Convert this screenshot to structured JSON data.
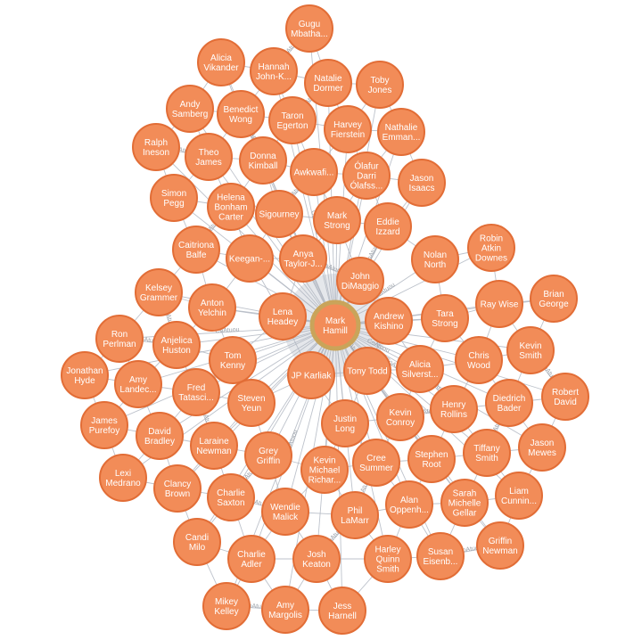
{
  "graph": {
    "center_node": "Mark Hamill",
    "relationship_label": "CoAtuou",
    "colors": {
      "node_fill": "#f28c58",
      "node_stroke": "#e26d36",
      "edge": "#b2b7c2",
      "center_ring": "#c9a45a"
    },
    "nodes": [
      {
        "id": "gugu",
        "lines": [
          "Gugu",
          "Mbatha..."
        ]
      },
      {
        "id": "alicia-v",
        "lines": [
          "Alicia",
          "Vikander"
        ]
      },
      {
        "id": "hannah",
        "lines": [
          "Hannah",
          "John-K..."
        ]
      },
      {
        "id": "natalie",
        "lines": [
          "Natalie",
          "Dormer"
        ]
      },
      {
        "id": "toby",
        "lines": [
          "Toby",
          "Jones"
        ]
      },
      {
        "id": "andy",
        "lines": [
          "Andy",
          "Samberg"
        ]
      },
      {
        "id": "benedict",
        "lines": [
          "Benedict",
          "Wong"
        ]
      },
      {
        "id": "taron",
        "lines": [
          "Taron",
          "Egerton"
        ]
      },
      {
        "id": "harvey",
        "lines": [
          "Harvey",
          "Fierstein"
        ]
      },
      {
        "id": "nathalie",
        "lines": [
          "Nathalie",
          "Emman..."
        ]
      },
      {
        "id": "ralph",
        "lines": [
          "Ralph",
          "Ineson"
        ]
      },
      {
        "id": "theo",
        "lines": [
          "Theo",
          "James"
        ]
      },
      {
        "id": "donna",
        "lines": [
          "Donna",
          "Kimball"
        ]
      },
      {
        "id": "awkwafi",
        "lines": [
          "Awkwafi..."
        ]
      },
      {
        "id": "olafur",
        "lines": [
          "Ólafur",
          "Darri",
          "Ólafss..."
        ]
      },
      {
        "id": "jason-i",
        "lines": [
          "Jason",
          "Isaacs"
        ]
      },
      {
        "id": "simon",
        "lines": [
          "Simon",
          "Pegg"
        ]
      },
      {
        "id": "helena",
        "lines": [
          "Helena",
          "Bonham",
          "Carter"
        ]
      },
      {
        "id": "sigourney",
        "lines": [
          "Sigourney"
        ]
      },
      {
        "id": "mark-s",
        "lines": [
          "Mark",
          "Strong"
        ]
      },
      {
        "id": "eddie",
        "lines": [
          "Eddie",
          "Izzard"
        ]
      },
      {
        "id": "robin",
        "lines": [
          "Robin",
          "Atkin",
          "Downes"
        ]
      },
      {
        "id": "caitriona",
        "lines": [
          "Caitriona",
          "Balfe"
        ]
      },
      {
        "id": "keegan",
        "lines": [
          "Keegan-..."
        ]
      },
      {
        "id": "anya",
        "lines": [
          "Anya",
          "Taylor-J..."
        ]
      },
      {
        "id": "nolan",
        "lines": [
          "Nolan",
          "North"
        ]
      },
      {
        "id": "john",
        "lines": [
          "John",
          "DiMaggio"
        ]
      },
      {
        "id": "brian",
        "lines": [
          "Brian",
          "George"
        ]
      },
      {
        "id": "kelsey",
        "lines": [
          "Kelsey",
          "Grammer"
        ]
      },
      {
        "id": "anton",
        "lines": [
          "Anton",
          "Yelchin"
        ]
      },
      {
        "id": "lena",
        "lines": [
          "Lena",
          "Headey"
        ]
      },
      {
        "id": "mark-h",
        "lines": [
          "Mark",
          "Hamill"
        ],
        "center": true
      },
      {
        "id": "andrew",
        "lines": [
          "Andrew",
          "Kishino"
        ]
      },
      {
        "id": "tara",
        "lines": [
          "Tara",
          "Strong"
        ]
      },
      {
        "id": "ray",
        "lines": [
          "Ray Wise"
        ]
      },
      {
        "id": "ron",
        "lines": [
          "Ron",
          "Perlman"
        ]
      },
      {
        "id": "anjelica",
        "lines": [
          "Anjelica",
          "Huston"
        ]
      },
      {
        "id": "tom",
        "lines": [
          "Tom",
          "Kenny"
        ]
      },
      {
        "id": "kevin-s",
        "lines": [
          "Kevin",
          "Smith"
        ]
      },
      {
        "id": "jonathan",
        "lines": [
          "Jonathan",
          "Hyde"
        ]
      },
      {
        "id": "amy-l",
        "lines": [
          "Amy",
          "Landec..."
        ]
      },
      {
        "id": "fred",
        "lines": [
          "Fred",
          "Tatasci..."
        ]
      },
      {
        "id": "jp",
        "lines": [
          "JP Karliak"
        ]
      },
      {
        "id": "tony",
        "lines": [
          "Tony Todd"
        ]
      },
      {
        "id": "alicia-s",
        "lines": [
          "Alicia",
          "Silverst..."
        ]
      },
      {
        "id": "chris",
        "lines": [
          "Chris",
          "Wood"
        ]
      },
      {
        "id": "robert",
        "lines": [
          "Robert",
          "David"
        ]
      },
      {
        "id": "steven",
        "lines": [
          "Steven",
          "Yeun"
        ]
      },
      {
        "id": "diedrich",
        "lines": [
          "Diedrich",
          "Bader"
        ]
      },
      {
        "id": "james",
        "lines": [
          "James",
          "Purefoy"
        ]
      },
      {
        "id": "david",
        "lines": [
          "David",
          "Bradley"
        ]
      },
      {
        "id": "justin",
        "lines": [
          "Justin",
          "Long"
        ]
      },
      {
        "id": "kevin-c",
        "lines": [
          "Kevin",
          "Conroy"
        ]
      },
      {
        "id": "henry",
        "lines": [
          "Henry",
          "Rollins"
        ]
      },
      {
        "id": "laraine",
        "lines": [
          "Laraine",
          "Newman"
        ]
      },
      {
        "id": "grey",
        "lines": [
          "Grey",
          "Griffin"
        ]
      },
      {
        "id": "jason-m",
        "lines": [
          "Jason",
          "Mewes"
        ]
      },
      {
        "id": "lexi",
        "lines": [
          "Lexi",
          "Medrano"
        ]
      },
      {
        "id": "kevin-r",
        "lines": [
          "Kevin",
          "Michael",
          "Richar..."
        ]
      },
      {
        "id": "cree",
        "lines": [
          "Cree",
          "Summer"
        ]
      },
      {
        "id": "stephen",
        "lines": [
          "Stephen",
          "Root"
        ]
      },
      {
        "id": "tiffany",
        "lines": [
          "Tiffany",
          "Smith"
        ]
      },
      {
        "id": "clancy",
        "lines": [
          "Clancy",
          "Brown"
        ]
      },
      {
        "id": "charlie-s",
        "lines": [
          "Charlie",
          "Saxton"
        ]
      },
      {
        "id": "liam",
        "lines": [
          "Liam",
          "Cunnin..."
        ]
      },
      {
        "id": "wendie",
        "lines": [
          "Wendie",
          "Malick"
        ]
      },
      {
        "id": "phil",
        "lines": [
          "Phil",
          "LaMarr"
        ]
      },
      {
        "id": "alan",
        "lines": [
          "Alan",
          "Oppenh..."
        ]
      },
      {
        "id": "sarah",
        "lines": [
          "Sarah",
          "Michelle",
          "Gellar"
        ]
      },
      {
        "id": "candi",
        "lines": [
          "Candi",
          "Milo"
        ]
      },
      {
        "id": "griffin",
        "lines": [
          "Griffin",
          "Newman"
        ]
      },
      {
        "id": "charlie-a",
        "lines": [
          "Charlie",
          "Adler"
        ]
      },
      {
        "id": "josh",
        "lines": [
          "Josh",
          "Keaton"
        ]
      },
      {
        "id": "harley",
        "lines": [
          "Harley",
          "Quinn",
          "Smith"
        ]
      },
      {
        "id": "susan",
        "lines": [
          "Susan",
          "Eisenb..."
        ]
      },
      {
        "id": "mikey",
        "lines": [
          "Mikey",
          "Kelley"
        ]
      },
      {
        "id": "amy-m",
        "lines": [
          "Amy",
          "Margolis"
        ]
      },
      {
        "id": "jess",
        "lines": [
          "Jess",
          "Harnell"
        ]
      }
    ]
  }
}
